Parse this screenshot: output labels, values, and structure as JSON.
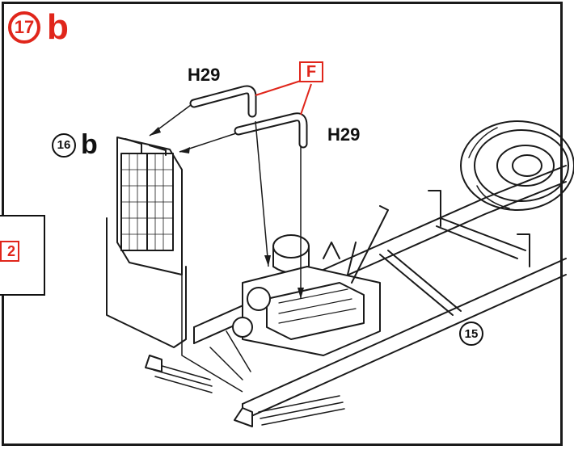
{
  "step": {
    "number": "17",
    "suffix": "b",
    "color": "#e0261b"
  },
  "labels": {
    "hose_upper": "H29",
    "hose_lower": "H29",
    "part_f": "F",
    "side_ref": "2",
    "radiator_ref": {
      "number": "16",
      "suffix": "b"
    },
    "chassis_ref": {
      "number": "15"
    }
  },
  "colors": {
    "line": "#1a1a1a",
    "accent": "#e0261b",
    "background": "#ffffff"
  }
}
